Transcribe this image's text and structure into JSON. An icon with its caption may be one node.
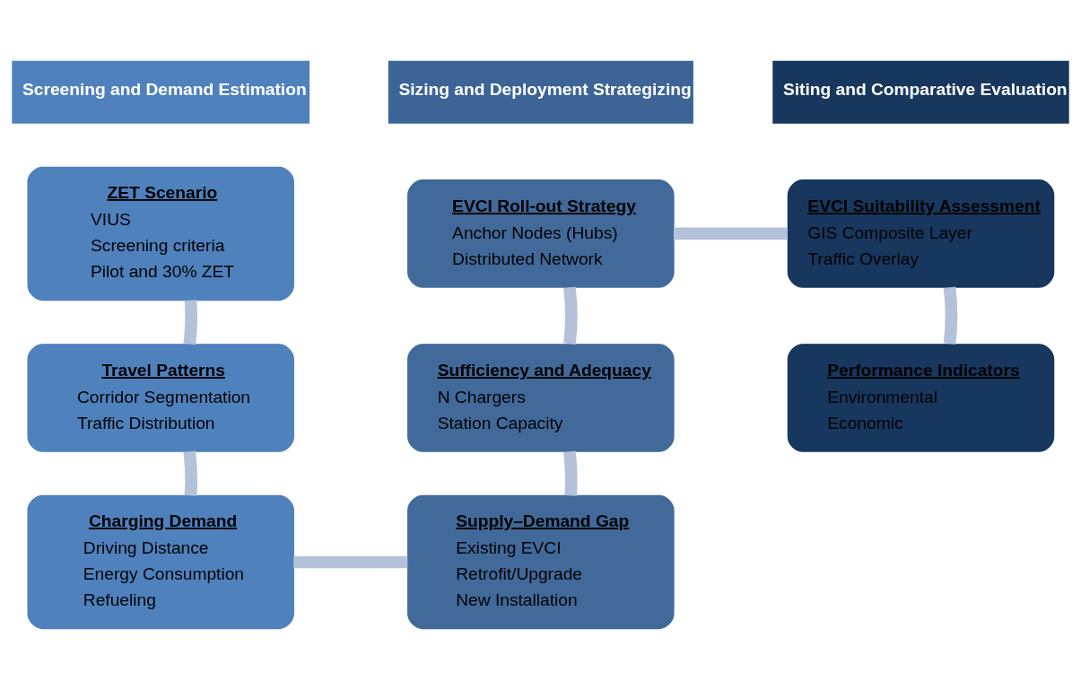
{
  "diagram": {
    "nodes": [
      {
        "text": [
          "Screening and Demand Estimation"
        ]
      },
      {
        "text": [
          "Sizing and Deployment Strategizing"
        ]
      },
      {
        "text": [
          "Siting and Comparative Evaluation"
        ]
      },
      {
        "text": [
          "ZET Scenario",
          "VIUS",
          "Screening criteria",
          "Pilot and 30% ZET"
        ]
      },
      {
        "text": [
          "Travel Patterns",
          "Corridor Segmentation",
          "Traffic Distribution"
        ]
      },
      {
        "text": [
          "Charging Demand",
          "Driving Distance",
          "Energy Consumption",
          "Refueling"
        ]
      },
      {
        "text": [
          "EVCI Roll-out Strategy",
          "Anchor Nodes (Hubs)",
          "Distributed Network"
        ]
      },
      {
        "text": [
          "Sufficiency and Adequacy",
          "N Chargers",
          "Station Capacity"
        ]
      },
      {
        "text": [
          "Supply–Demand Gap",
          "Existing EVCI",
          "Retrofit/Upgrade",
          "New Installation"
        ]
      },
      {
        "text": [
          "EVCI Suitability Assessment",
          "GIS Composite Layer",
          "Traffic Overlay"
        ]
      },
      {
        "text": [
          "Performance Indicators",
          "Environmental",
          "Economic"
        ]
      }
    ],
    "edges": [
      {
        "from": 3,
        "to": 4,
        "arrow": "none"
      },
      {
        "from": 4,
        "to": 5,
        "arrow": "none"
      },
      {
        "from": 5,
        "to": 8,
        "arrow": "none"
      },
      {
        "from": 8,
        "to": 7,
        "arrow": "none"
      },
      {
        "from": 7,
        "to": 6,
        "arrow": "none"
      },
      {
        "from": 6,
        "to": 9,
        "arrow": "none"
      },
      {
        "from": 9,
        "to": 10,
        "arrow": "none"
      }
    ]
  }
}
